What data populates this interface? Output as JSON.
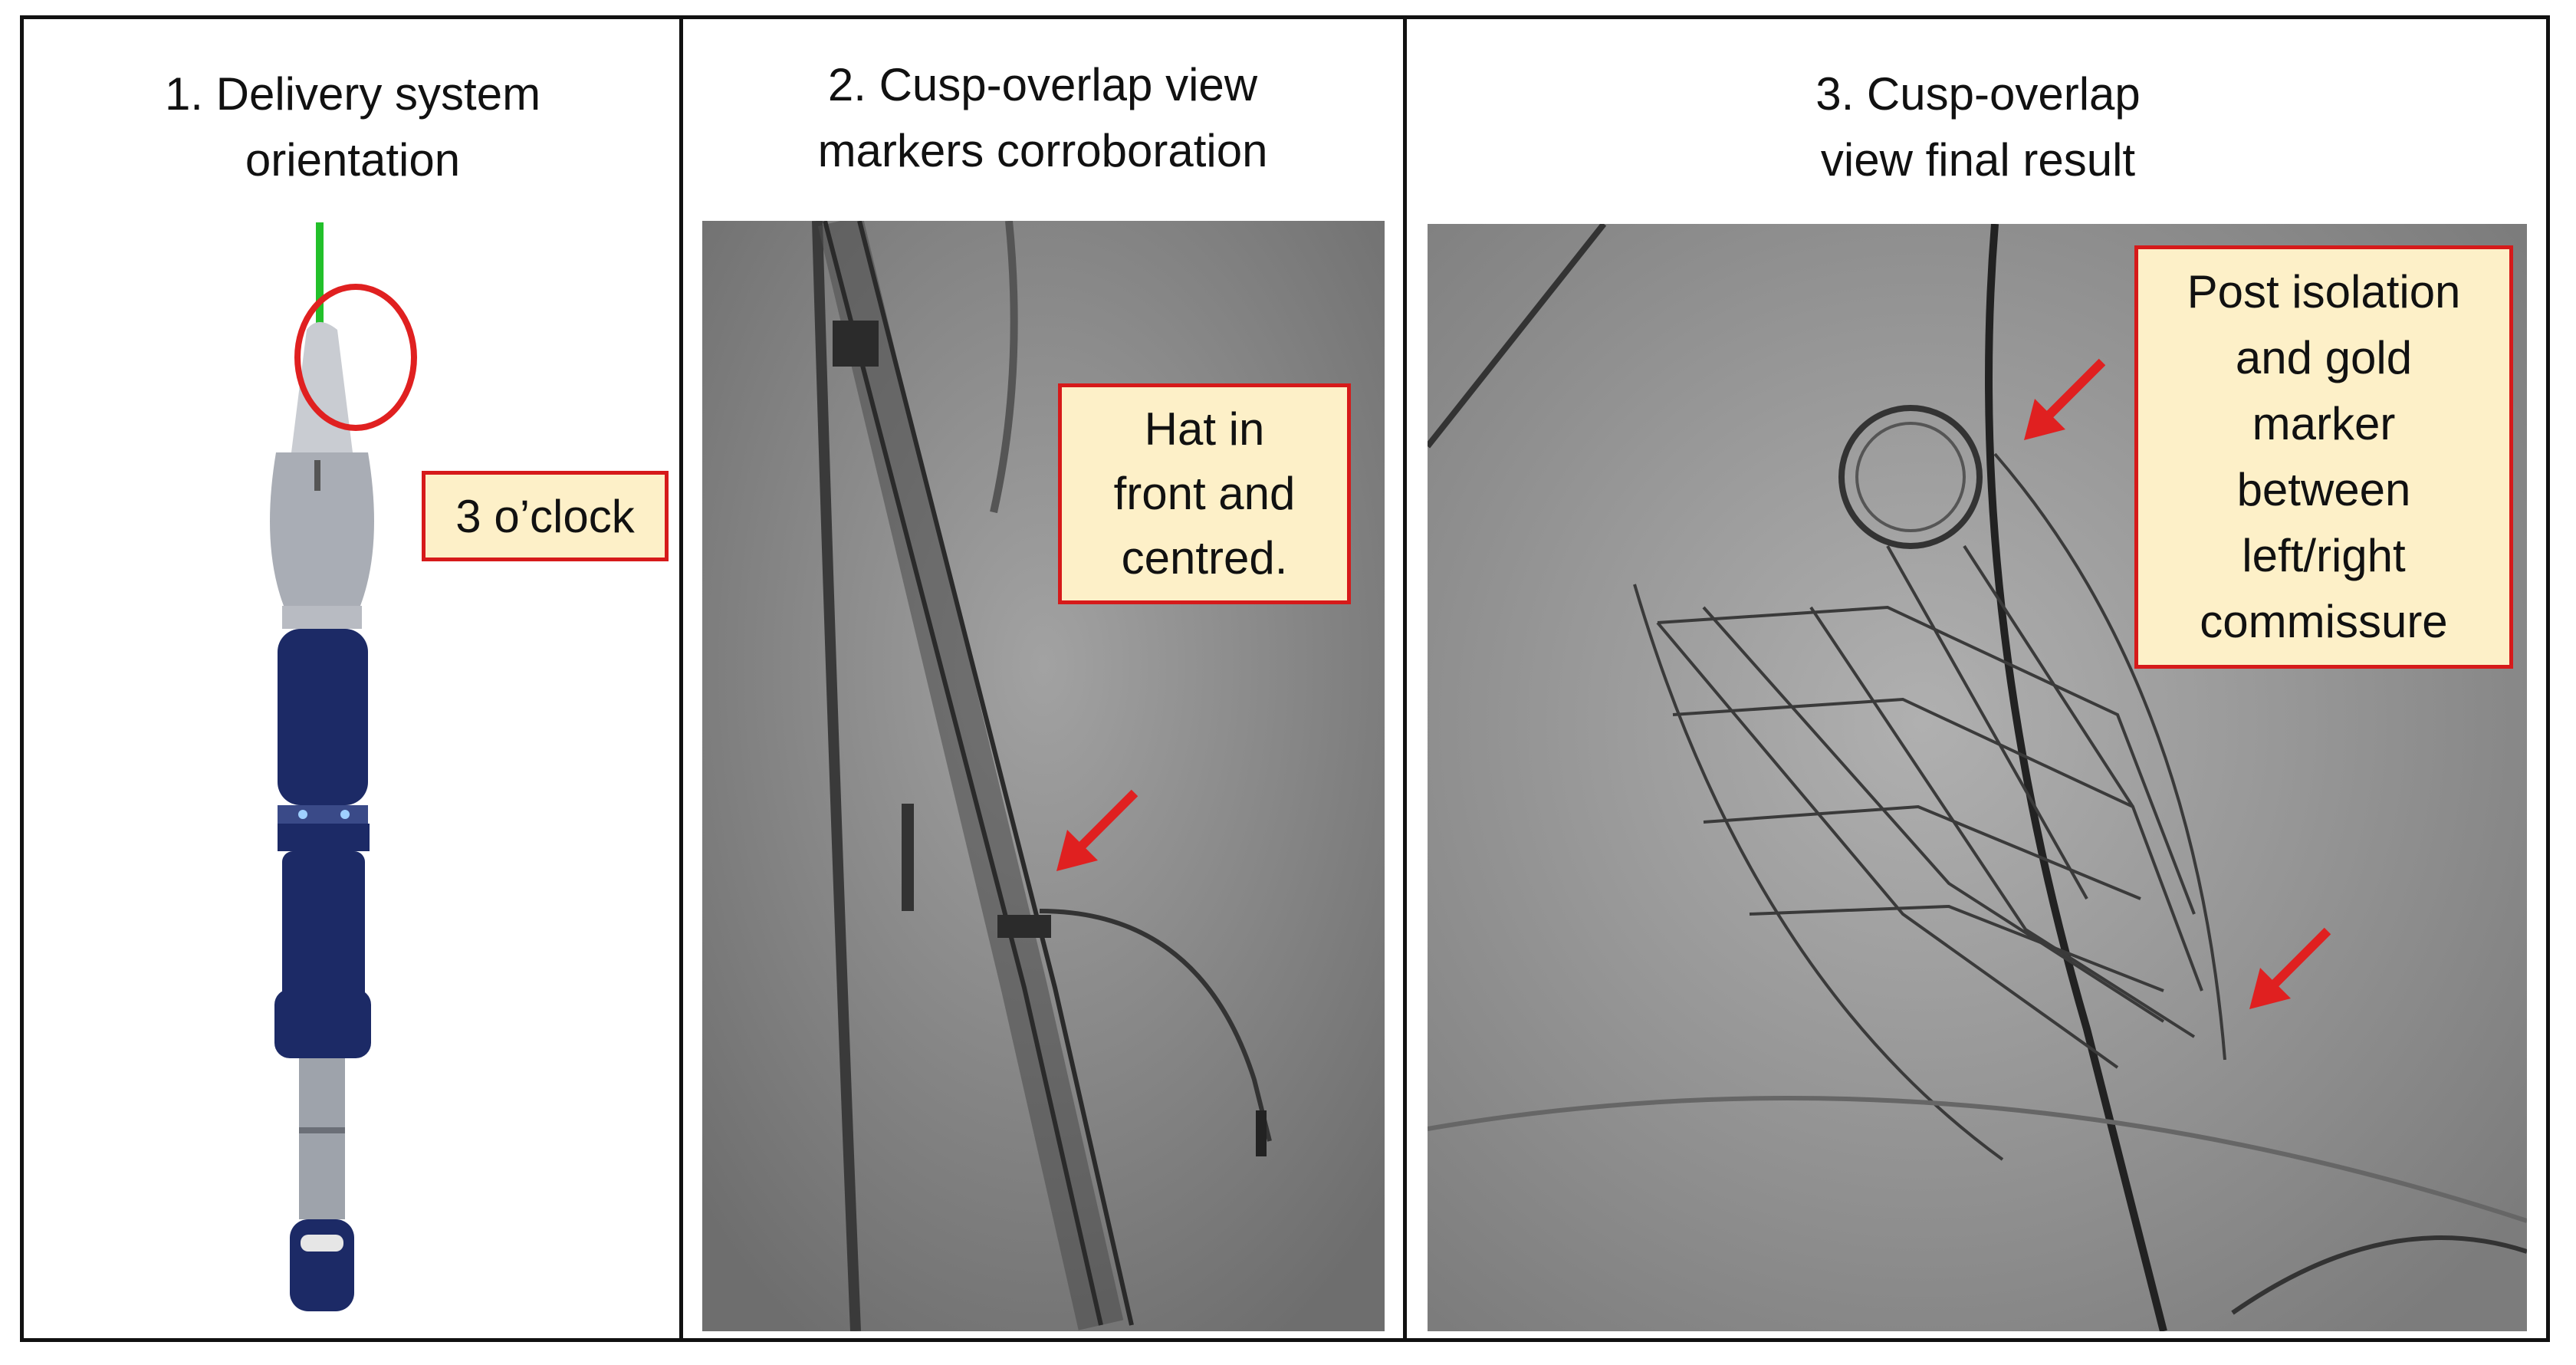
{
  "panels": [
    {
      "title": "1. Delivery system\norientation",
      "callout": "3 o’clock"
    },
    {
      "title": "2. Cusp-overlap view\nmarkers corroboration",
      "callout": "Hat in\nfront and\ncentred."
    },
    {
      "title": "3. Cusp-overlap\nview final result",
      "callout": "Post isolation\nand gold\nmarker\nbetween\nleft/right\ncommissure"
    }
  ],
  "colors": {
    "annotation_red": "#e02020",
    "callout_fill": "#fdf0c8",
    "guidewire_green": "#22c02a",
    "handle_blue": "#1c2a66"
  }
}
